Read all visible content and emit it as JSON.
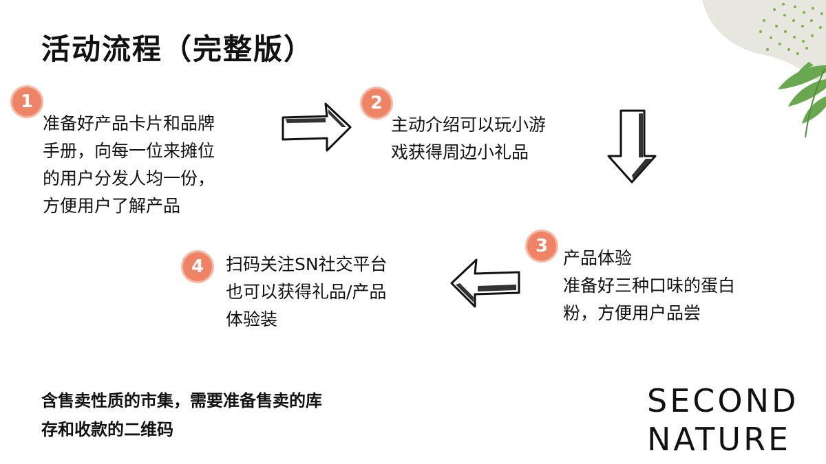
{
  "title": "活动流程（完整版）",
  "steps": [
    {
      "number": "1",
      "lines": [
        "准备好产品卡片和品牌",
        "手册，向每一位来摊位",
        "的用户分发人均一份，",
        "方便用户了解产品"
      ]
    },
    {
      "number": "2",
      "lines": [
        "主动介绍可以玩小游",
        "戏获得周边小礼品"
      ]
    },
    {
      "number": "3",
      "lines": [
        "产品体验",
        "准备好三种口味的蛋白",
        "粉，方便用户品尝"
      ]
    },
    {
      "number": "4",
      "lines": [
        "扫码关注SN社交平台",
        "也可以获得礼品/产品",
        "体验装"
      ]
    }
  ],
  "note": {
    "lines": [
      "含售卖性质的市集，需要准备售卖的库",
      "存和收款的二维码"
    ]
  },
  "logo": {
    "line1": "SECOND",
    "line2": "NATURE"
  },
  "colors": {
    "badge": "#ef8366",
    "leaf": "#6aa84f",
    "blob": "#e6e6df",
    "dots": "#7cb342"
  },
  "icons": [
    "arrow-right-icon",
    "arrow-down-icon",
    "arrow-left-icon",
    "leaf-icon"
  ]
}
